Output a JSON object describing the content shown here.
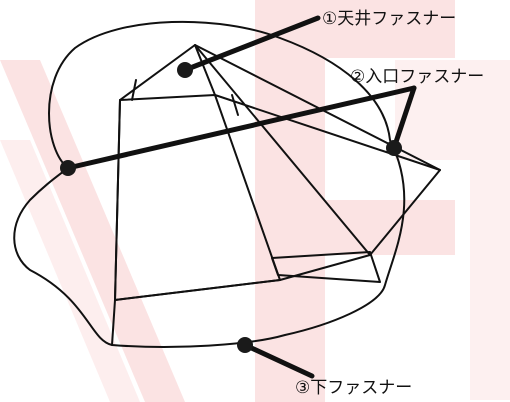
{
  "labels": {
    "ceiling_zipper": "①天井ファスナー",
    "entrance_zipper": "②入口ファスナー",
    "bottom_zipper": "③下ファスナー"
  },
  "colors": {
    "background": "#ffffff",
    "watermark": "#fbe3e3",
    "line": "#111111",
    "marker": "#1a1a1a"
  }
}
